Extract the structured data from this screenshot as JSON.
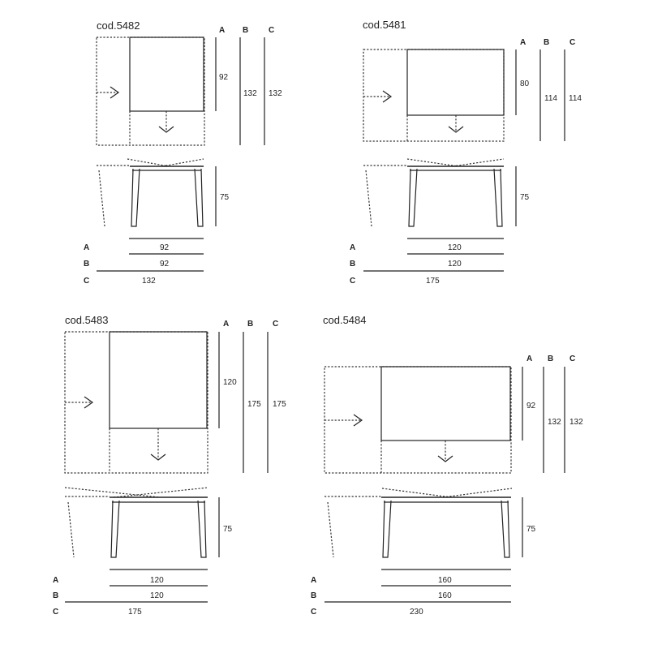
{
  "tables": [
    {
      "code": "cod.5482",
      "dims": {
        "A_label": "A",
        "B_label": "B",
        "C_label": "C"
      },
      "depth": {
        "A": "92",
        "B": "132",
        "C": "132"
      },
      "height": "75",
      "widths": {
        "A": "92",
        "B": "92",
        "C": "132"
      }
    },
    {
      "code": "cod.5481",
      "dims": {
        "A_label": "A",
        "B_label": "B",
        "C_label": "C"
      },
      "depth": {
        "A": "80",
        "B": "114",
        "C": "114"
      },
      "height": "75",
      "widths": {
        "A": "120",
        "B": "120",
        "C": "175"
      }
    },
    {
      "code": "cod.5483",
      "dims": {
        "A_label": "A",
        "B_label": "B",
        "C_label": "C"
      },
      "depth": {
        "A": "120",
        "B": "175",
        "C": "175"
      },
      "height": "75",
      "widths": {
        "A": "120",
        "B": "120",
        "C": "175"
      }
    },
    {
      "code": "cod.5484",
      "dims": {
        "A_label": "A",
        "B_label": "B",
        "C_label": "C"
      },
      "depth": {
        "A": "92",
        "B": "132",
        "C": "132"
      },
      "height": "75",
      "widths": {
        "A": "160",
        "B": "160",
        "C": "230"
      }
    }
  ]
}
